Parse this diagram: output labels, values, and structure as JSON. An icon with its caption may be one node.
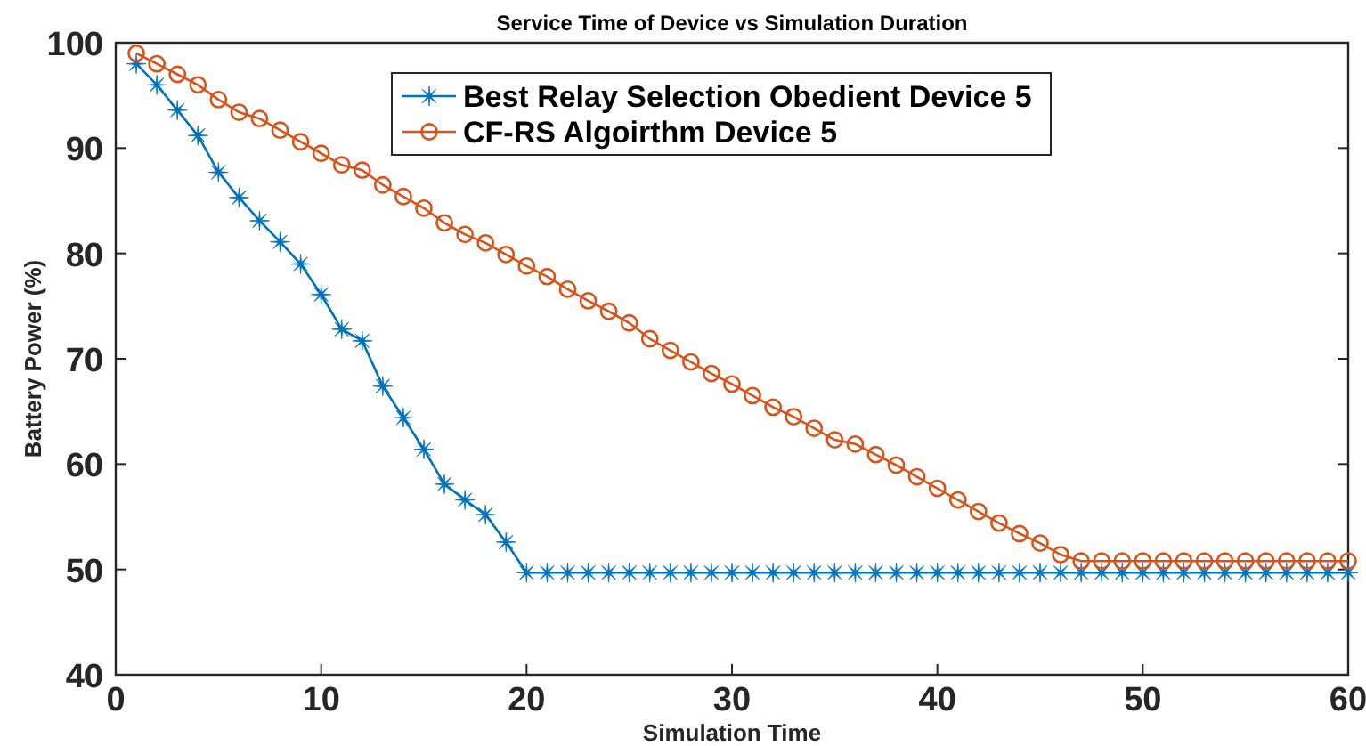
{
  "diagram": {
    "chart_data": {
      "type": "line",
      "title": "Service Time of Device vs Simulation Duration",
      "xlabel": "Simulation Time",
      "ylabel": "Battery Power (%)",
      "x": [
        1,
        2,
        3,
        4,
        5,
        6,
        7,
        8,
        9,
        10,
        11,
        12,
        13,
        14,
        15,
        16,
        17,
        18,
        19,
        20,
        21,
        22,
        23,
        24,
        25,
        26,
        27,
        28,
        29,
        30,
        31,
        32,
        33,
        34,
        35,
        36,
        37,
        38,
        39,
        40,
        41,
        42,
        43,
        44,
        45,
        46,
        47,
        48,
        49,
        50,
        51,
        52,
        53,
        54,
        55,
        56,
        57,
        58,
        59,
        60
      ],
      "series": [
        {
          "name": "Best Relay Selection Obedient Device 5",
          "color": "#0072bd",
          "marker": "star",
          "values": [
            98.0,
            96.0,
            93.6,
            91.2,
            87.7,
            85.3,
            83.1,
            81.1,
            79.0,
            76.1,
            72.8,
            71.7,
            67.4,
            64.4,
            61.4,
            58.1,
            56.6,
            55.2,
            52.6,
            49.7,
            49.7,
            49.7,
            49.7,
            49.7,
            49.7,
            49.7,
            49.7,
            49.7,
            49.7,
            49.7,
            49.7,
            49.7,
            49.7,
            49.7,
            49.7,
            49.7,
            49.7,
            49.7,
            49.7,
            49.7,
            49.7,
            49.7,
            49.7,
            49.7,
            49.7,
            49.7,
            49.7,
            49.7,
            49.7,
            49.7,
            49.7,
            49.7,
            49.7,
            49.7,
            49.7,
            49.7,
            49.7,
            49.7,
            49.7,
            49.7
          ]
        },
        {
          "name": "CF-RS Algoirthm Device 5",
          "color": "#d95319",
          "marker": "circle",
          "values": [
            99.0,
            98.0,
            97.0,
            96.0,
            94.6,
            93.4,
            92.8,
            91.7,
            90.6,
            89.5,
            88.4,
            87.9,
            86.5,
            85.4,
            84.3,
            82.9,
            81.8,
            81.0,
            79.9,
            78.8,
            77.8,
            76.6,
            75.5,
            74.5,
            73.4,
            71.9,
            70.8,
            69.7,
            68.6,
            67.6,
            66.5,
            65.4,
            64.5,
            63.4,
            62.3,
            61.9,
            60.9,
            59.9,
            58.8,
            57.7,
            56.6,
            55.5,
            54.4,
            53.4,
            52.5,
            51.4,
            50.8,
            50.8,
            50.8,
            50.8,
            50.8,
            50.8,
            50.8,
            50.8,
            50.8,
            50.8,
            50.8,
            50.8,
            50.8,
            50.8
          ]
        }
      ],
      "legend": true,
      "xlim": [
        0,
        60
      ],
      "ylim": [
        40,
        100
      ],
      "xticks": [
        0,
        10,
        20,
        30,
        40,
        50,
        60
      ],
      "yticks": [
        40,
        50,
        60,
        70,
        80,
        90,
        100
      ]
    }
  }
}
